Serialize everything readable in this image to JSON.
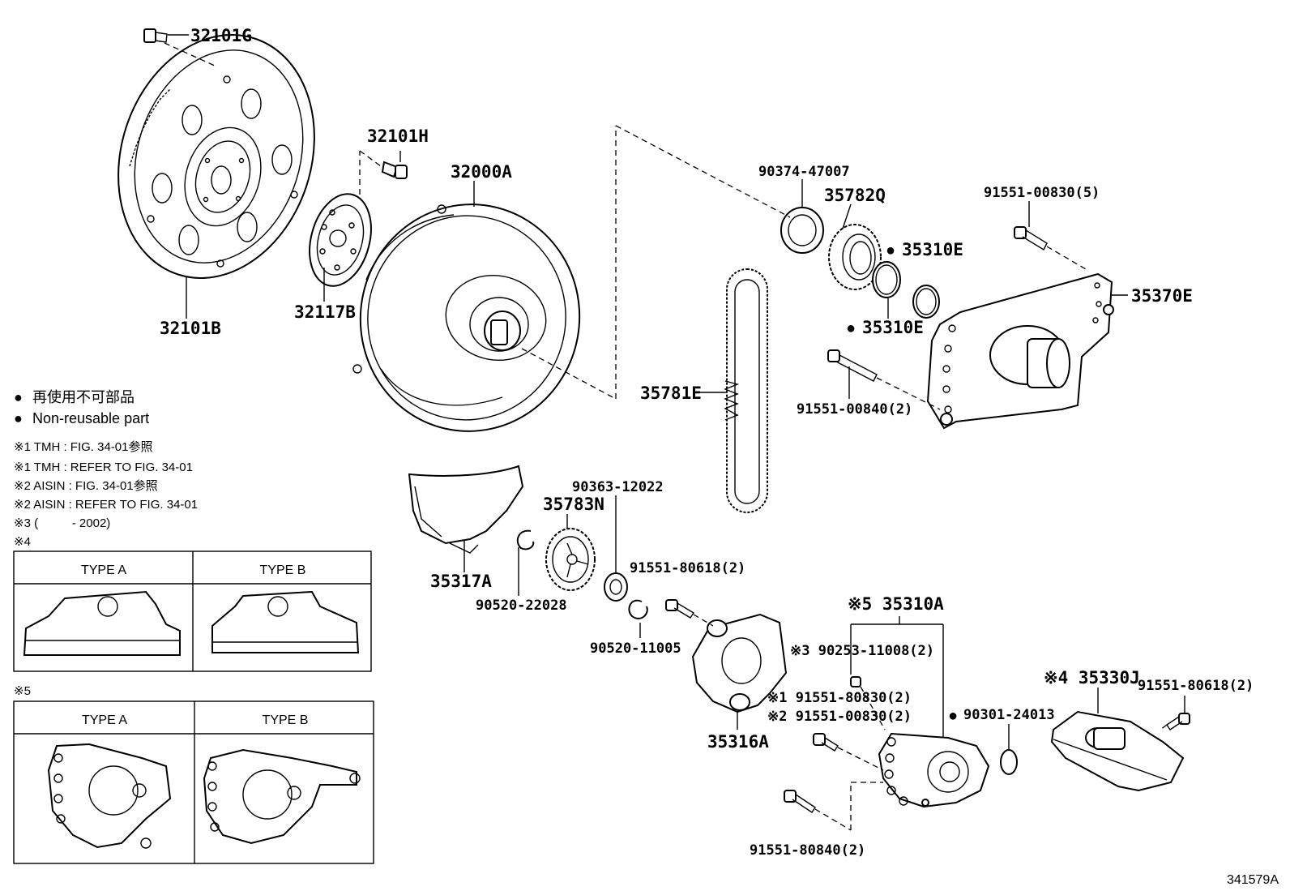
{
  "diagram_id": "341579A",
  "legend": {
    "symbol": "●",
    "line_jp": "再使用不可部品",
    "line_en": "Non-reusable part"
  },
  "notes": [
    "※1 TMH : FIG. 34-01参照",
    "※1 TMH : REFER TO FIG. 34-01",
    "※2 AISIN : FIG. 34-01参照",
    "※2 AISIN : REFER TO FIG. 34-01",
    "※3 (          - 2002)"
  ],
  "box4": {
    "marker": "※4",
    "type_a": "TYPE A",
    "type_b": "TYPE B"
  },
  "box5": {
    "marker": "※5",
    "type_a": "TYPE A",
    "type_b": "TYPE B"
  },
  "callouts": {
    "p32101G": "32101G",
    "p32101B": "32101B",
    "p32101H": "32101H",
    "p32117B": "32117B",
    "p32000A": "32000A",
    "p90374_47007": "90374-47007",
    "p35782Q": "35782Q",
    "p35310E_1": "35310E",
    "p35310E_2": "35310E",
    "p91551_00830_5": "91551-00830(5)",
    "p35370E": "35370E",
    "p91551_00840_2": "91551-00840(2)",
    "p35781E": "35781E",
    "p35317A": "35317A",
    "p90520_22028": "90520-22028",
    "p90363_12022": "90363-12022",
    "p35783N": "35783N",
    "p91551_80618_2a": "91551-80618(2)",
    "p90520_11005": "90520-11005",
    "p35316A": "35316A",
    "p35310A": "※5 35310A",
    "p90253_11008": "※3 90253-11008(2)",
    "p91551_80830_2": "※1 91551-80830(2)",
    "p91551_00830_2": "※2 91551-00830(2)",
    "p90301_24013": "90301-24013",
    "p35330J": "※4 35330J",
    "p91551_80618_2b": "91551-80618(2)",
    "p91551_80840_2": "91551-80840(2)"
  }
}
